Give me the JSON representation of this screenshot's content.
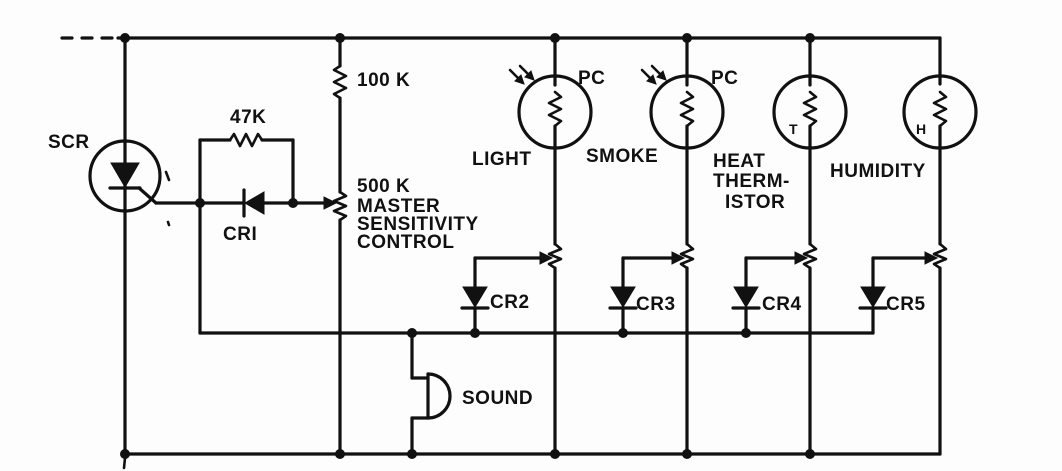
{
  "scr": "SCR",
  "r47k": "47K",
  "cr1": "CRI",
  "r100k": "100 K",
  "master": [
    "500 K",
    "MASTER",
    "SENSITIVITY",
    "CONTROL"
  ],
  "sound": "SOUND",
  "sensors": {
    "light": {
      "type": "PC",
      "label": [
        "LIGHT"
      ],
      "diode": "CR2"
    },
    "smoke": {
      "type": "PC",
      "label": [
        "SMOKE"
      ],
      "diode": "CR3"
    },
    "heat": {
      "type": "T",
      "label": [
        "HEAT",
        "THERM-",
        "ISTOR"
      ],
      "diode": "CR4"
    },
    "humidity": {
      "type": "H",
      "label": [
        "HUMIDITY"
      ],
      "diode": "CR5"
    }
  }
}
